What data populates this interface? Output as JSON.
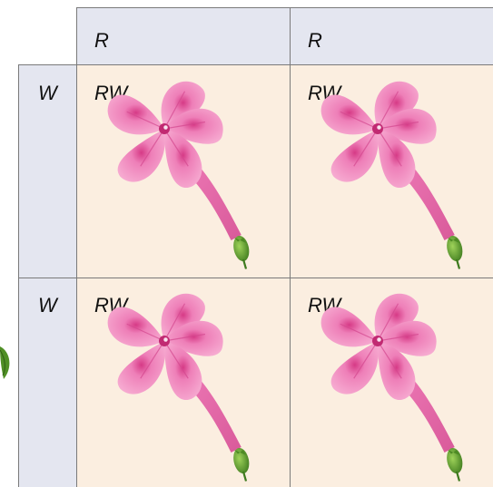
{
  "punnett": {
    "columns": [
      "R",
      "R"
    ],
    "rows": [
      "W",
      "W"
    ],
    "cells": [
      [
        "RW",
        "RW"
      ],
      [
        "RW",
        "RW"
      ]
    ]
  },
  "colors": {
    "header_fill": "#e4e6f0",
    "cell_fill": "#fbeee0",
    "grid_line": "#7a7a7a",
    "flower_pink": "#e86aa8",
    "bud_green": "#5b9a2e"
  },
  "icons": {
    "offspring": "pink-flower-icon",
    "margin_decoration": "leaf-icon"
  }
}
